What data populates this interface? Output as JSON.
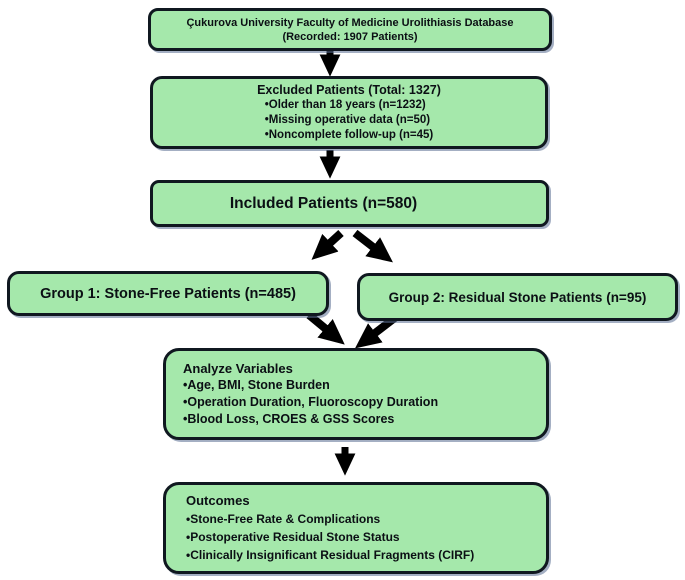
{
  "figure": {
    "description": "Patient selection flowchart",
    "colors": {
      "node_fill": "#a5e8ab",
      "node_border": "#101820",
      "arrow": "#000000",
      "background": "#ffffff",
      "text": "#0b0f14"
    }
  },
  "nodes": {
    "database": {
      "line1": "Çukurova University Faculty of Medicine Urolithiasis Database",
      "line2": "(Recorded: 1907 Patients)"
    },
    "excluded": {
      "title": "Excluded Patients (Total: 1327)",
      "bullets": [
        "•Older than 18 years (n=1232)",
        "•Missing operative data (n=50)",
        "•Noncomplete follow-up (n=45)"
      ]
    },
    "included": {
      "title": "Included Patients (n=580)"
    },
    "group1": {
      "title": "Group 1: Stone-Free Patients (n=485)"
    },
    "group2": {
      "title": "Group 2: Residual Stone Patients (n=95)"
    },
    "analyze": {
      "title": "Analyze Variables",
      "bullets": [
        "•Age, BMI, Stone Burden",
        "•Operation Duration, Fluoroscopy Duration",
        "•Blood Loss, CROES & GSS Scores"
      ]
    },
    "outcomes": {
      "title": "Outcomes",
      "bullets": [
        "•Stone-Free Rate & Complications",
        "•Postoperative Residual Stone Status",
        "•Clinically Insignificant Residual Fragments (CIRF)"
      ]
    }
  }
}
